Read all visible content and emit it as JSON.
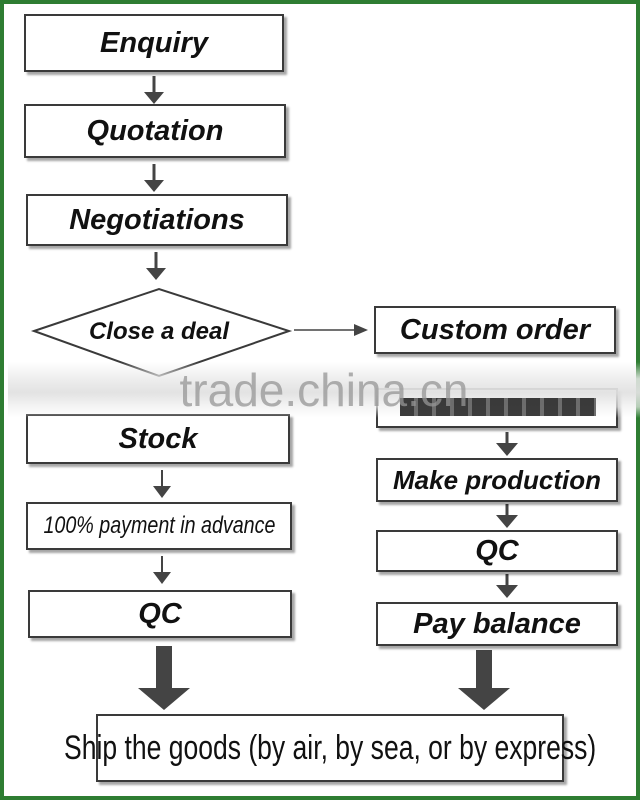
{
  "left_flow": {
    "enquiry": "Enquiry",
    "quotation": "Quotation",
    "negotiations": "Negotiations",
    "close_deal": "Close a deal",
    "stock": "Stock",
    "payment": "100% payment in advance",
    "qc": "QC"
  },
  "right_flow": {
    "custom_order": "Custom order",
    "make_production": "Make production",
    "qc": "QC",
    "pay_balance": "Pay balance"
  },
  "ship": "Ship the goods (by air, by sea, or by express)",
  "watermark": "trade.china.cn",
  "colors": {
    "border": "#2e7d32",
    "box_stroke": "#3a3a3a",
    "arrow": "#444444",
    "text": "#111111"
  }
}
